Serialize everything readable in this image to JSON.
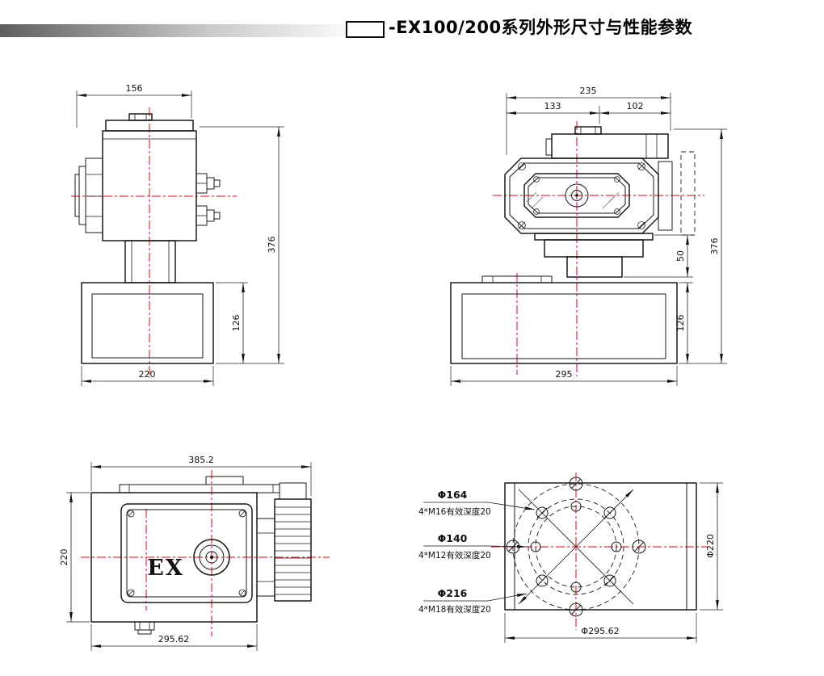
{
  "colors": {
    "centerline": "#e60012",
    "drawing_line": "#1a1a1a"
  },
  "page": {
    "title": "-EX100/200系列外形尺寸与性能参数"
  },
  "views": {
    "front": {
      "dim_top_width": "156",
      "dim_total_height": "376",
      "dim_base_height": "126",
      "dim_base_width": "220"
    },
    "side": {
      "dim_top_width": "235",
      "dim_top_left": "133",
      "dim_top_right": "102",
      "dim_total_height": "376",
      "dim_bracket_height": "50",
      "dim_base_height": "126",
      "dim_base_width": "295"
    },
    "left": {
      "ex_label": "EX",
      "dim_total_length": "385.2",
      "dim_body_height": "220",
      "dim_body_width": "295.62"
    },
    "bottom": {
      "bolt_circle_1_dia": "Φ164",
      "bolt_circle_1_note": "4*M16有效深度20",
      "bolt_circle_2_dia": "Φ140",
      "bolt_circle_2_note": "4*M12有效深度20",
      "bolt_circle_3_dia": "Φ216",
      "bolt_circle_3_note": "4*M18有效深度20",
      "dim_height": "Φ220",
      "dim_width": "Φ295.62"
    }
  }
}
